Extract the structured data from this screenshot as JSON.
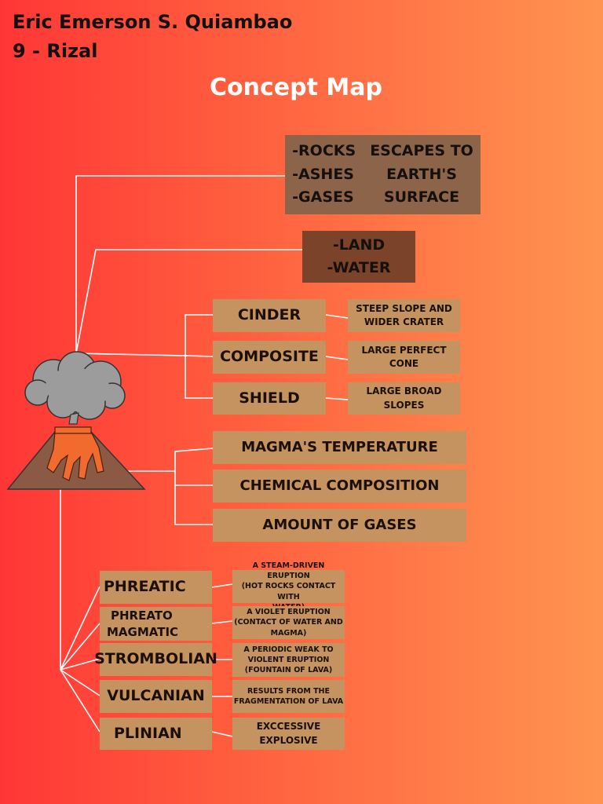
{
  "author": {
    "name": "Eric Emerson S. Quiambao",
    "section": "9 - Rizal"
  },
  "title": "Concept Map",
  "colors": {
    "line": "#ffffff",
    "box_tan": "#c4935f",
    "box_brown": "#8b6449",
    "box_dark_brown": "#7b4329"
  },
  "materials": {
    "items": [
      "-ROCKS",
      "-ASHES",
      "-GASES"
    ],
    "description": [
      "ESCAPES TO",
      "EARTH'S",
      "SURFACE"
    ]
  },
  "locations": [
    "-LAND",
    "-WATER"
  ],
  "volcano_types": [
    {
      "name": "CINDER",
      "description": [
        "STEEP SLOPE AND",
        "WIDER CRATER"
      ]
    },
    {
      "name": "COMPOSITE",
      "description": [
        "LARGE PERFECT",
        "CONE"
      ]
    },
    {
      "name": "SHIELD",
      "description": [
        "LARGE BROAD",
        "SLOPES"
      ]
    }
  ],
  "factors": [
    "MAGMA'S TEMPERATURE",
    "CHEMICAL COMPOSITION",
    "AMOUNT OF GASES"
  ],
  "eruption_types": [
    {
      "name": "PHREATIC",
      "description": [
        "A STEAM-DRIVEN ERUPTION",
        "(HOT ROCKS CONTACT WITH",
        "WATER)"
      ]
    },
    {
      "name": [
        "PHREATO",
        "MAGMATIC"
      ],
      "description": [
        "A VIOLET ERUPTION",
        "(CONTACT OF WATER AND",
        "MAGMA)"
      ]
    },
    {
      "name": "STROMBOLIAN",
      "description": [
        "A PERIODIC WEAK TO",
        "VIOLENT ERUPTION",
        "(FOUNTAIN OF LAVA)"
      ]
    },
    {
      "name": "VULCANIAN",
      "description": [
        "RESULTS FROM THE",
        "FRAGMENTATION OF LAVA"
      ]
    },
    {
      "name": "PLINIAN",
      "description": [
        "EXCCESSIVE",
        "EXPLOSIVE"
      ]
    }
  ]
}
